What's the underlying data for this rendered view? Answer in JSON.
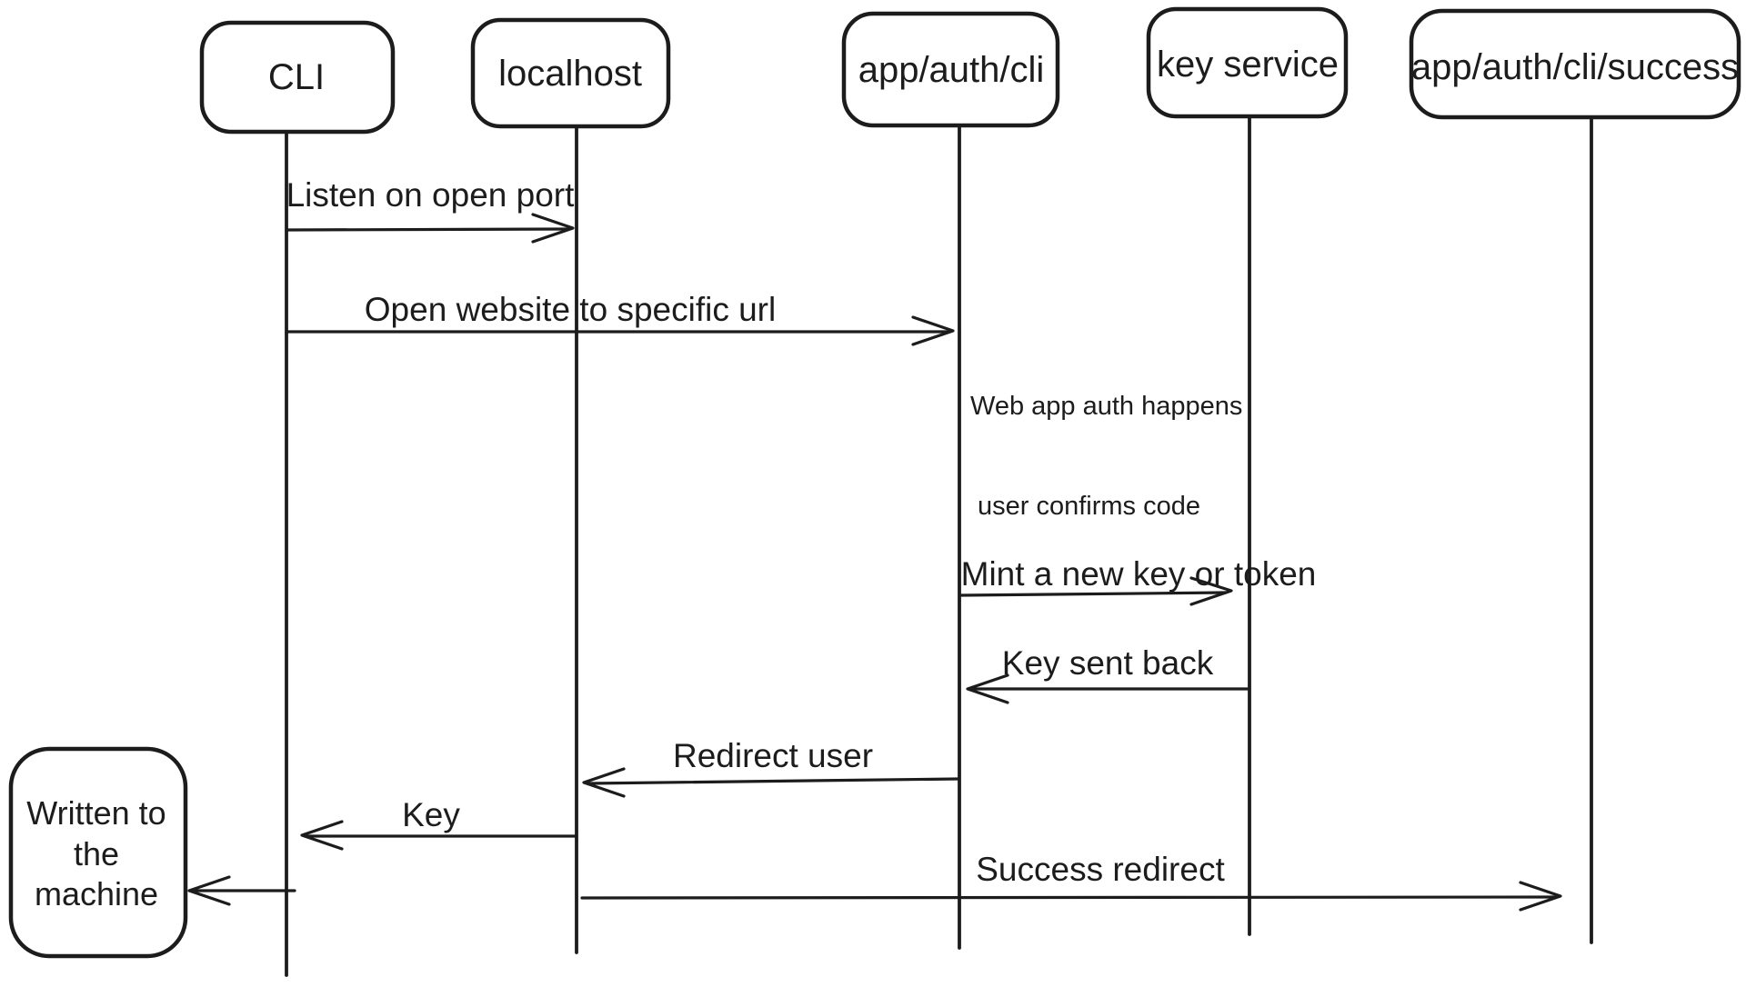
{
  "diagram": {
    "kind": "sequence-diagram",
    "colors": {
      "ink": "#1c1c1c",
      "background": "#ffffff"
    },
    "actors": [
      {
        "label": "CLI"
      },
      {
        "label": "localhost"
      },
      {
        "label": "app/auth/cli"
      },
      {
        "label": "key service"
      },
      {
        "label": "app/auth/cli/success"
      }
    ],
    "messages": [
      {
        "from": "CLI",
        "to": "localhost",
        "label": "Listen on open port",
        "direction": "right"
      },
      {
        "from": "CLI",
        "to": "app/auth/cli",
        "label": "Open website to specific url",
        "direction": "right"
      },
      {
        "from": "app/auth/cli",
        "to": "key service",
        "label": "Mint a new key or token",
        "direction": "right"
      },
      {
        "from": "key service",
        "to": "app/auth/cli",
        "label": "Key sent back",
        "direction": "left"
      },
      {
        "from": "app/auth/cli",
        "to": "localhost",
        "label": "Redirect user",
        "direction": "left"
      },
      {
        "from": "localhost",
        "to": "CLI",
        "label": "Key",
        "direction": "left"
      },
      {
        "from": "localhost",
        "to": "app/auth/cli/success",
        "label": "Success redirect",
        "direction": "right"
      },
      {
        "from": "CLI",
        "to": "Written to the machine",
        "label": "",
        "direction": "left"
      }
    ],
    "notes": [
      {
        "anchor": "app/auth/cli",
        "label": "Web app auth happens"
      },
      {
        "anchor": "app/auth/cli",
        "label": "user confirms code"
      }
    ],
    "result_box": {
      "line1": "Written to",
      "line2": "the",
      "line3": "machine"
    }
  }
}
